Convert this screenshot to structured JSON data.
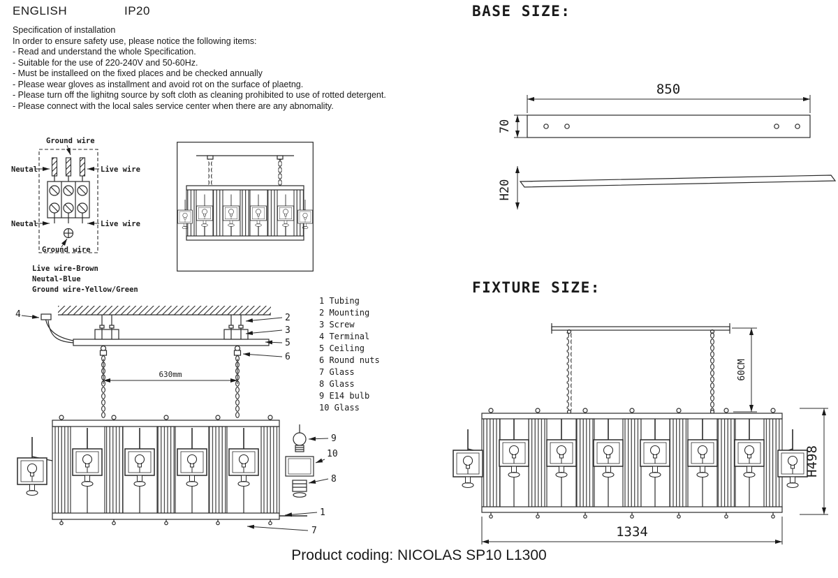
{
  "header": {
    "language": "ENGLISH",
    "ip_rating": "IP20"
  },
  "spec": {
    "title": "Specification of installation",
    "intro": "In order to ensure safety use, please notice the following items:",
    "items": [
      "- Read and understand the whole Specification.",
      "- Suitable for the use of 220-240V and 50-60Hz.",
      "- Must be installeed on the fixed places and be checked annually",
      "- Please wear gloves as installment and avoid rot on the surface of plaetng.",
      "- Please turn off the lighitng source by soft cloth as cleaning prohibited to use of rotted detergent.",
      "- Please connect with the local sales service center when there are any abnomality."
    ]
  },
  "base_size": {
    "title": "BASE SIZE:",
    "width": "850",
    "depth": "70",
    "height": "H20"
  },
  "fixture_size": {
    "title": "FIXTURE SIZE:",
    "chain_drop": "60CM",
    "height": "H498",
    "width": "1334"
  },
  "wiring": {
    "ground_wire_top": "Ground wire",
    "neutral_top": "Neutal",
    "live_top": "Live wire",
    "neutral_bottom": "Neutal",
    "live_bottom": "Live wire",
    "ground_wire_bottom": "Ground wire",
    "legend": [
      "Live wire-Brown",
      "Neutal-Blue",
      "Ground wire-Yellow/Green"
    ]
  },
  "parts_list": {
    "items": [
      "1 Tubing",
      "2 Mounting",
      "3 Screw",
      "4 Terminal",
      "5 Ceiling",
      "6 Round nuts",
      "7 Glass",
      "8 Glass",
      "9 E14 bulb",
      "10 Glass"
    ]
  },
  "installation_drawing": {
    "span_dim": "630mm",
    "callouts": {
      "c1": "1",
      "c2": "2",
      "c3": "3",
      "c4": "4",
      "c5": "5",
      "c6": "6",
      "c7": "7",
      "c8": "8",
      "c9": "9",
      "c10": "10"
    }
  },
  "footer": {
    "product_coding": "Product coding: NICOLAS SP10 L1300"
  }
}
